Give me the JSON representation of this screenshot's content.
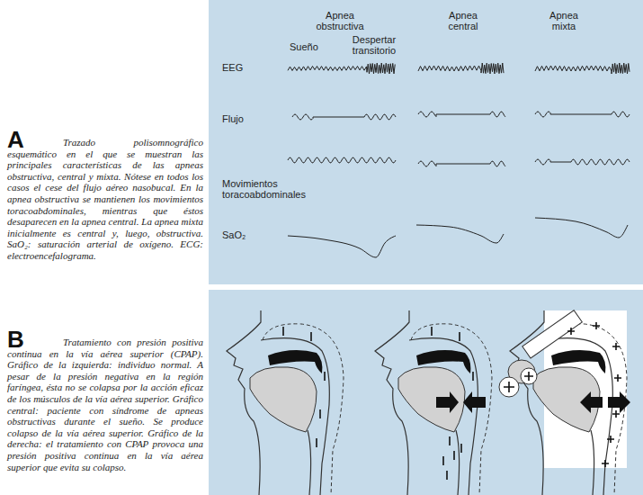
{
  "diagram": {
    "labels": [
      "A",
      "Trazado polisomnográfico esquemático en el que se muestran las principales características de las apneas obstructiva, central y mixta. Nótese en todos los casos el cese del flujo aéreo nasobucal. En la apnea obstructiva se mantienen los movimientos toracoabdominales, mientras que éstos desaparecen en la apnea central. La apnea mixta inicialmente es central y, luego, obstructiva. SaO₂: saturación arterial de oxígeno. ECG: electroencefalograma.",
      "Apnea obstructiva",
      "Sueño",
      "Despertar transitorio",
      "Apnea central",
      "Apnea mixta",
      "EEG",
      "Flujo",
      "Movimientos toracoabdominales",
      "SaO₂",
      "B",
      "Tratamiento con presión positiva continua en la vía aérea superior (CPAP). Gráfico de la izquierda: individuo normal. A pesar de la presión negativa en la región faríngea, ésta no se colapsa por la acción eficaz de los músculos de la vía aérea superior. Gráfico central: paciente con síndrome de apneas obstructivas durante el sueño. Se produce colapso de la vía aérea superior. Gráfico de la derecha: el tratamiento con CPAP provoca una presión positiva continua en la vía aérea superior que evita su colapso."
    ]
  }
}
